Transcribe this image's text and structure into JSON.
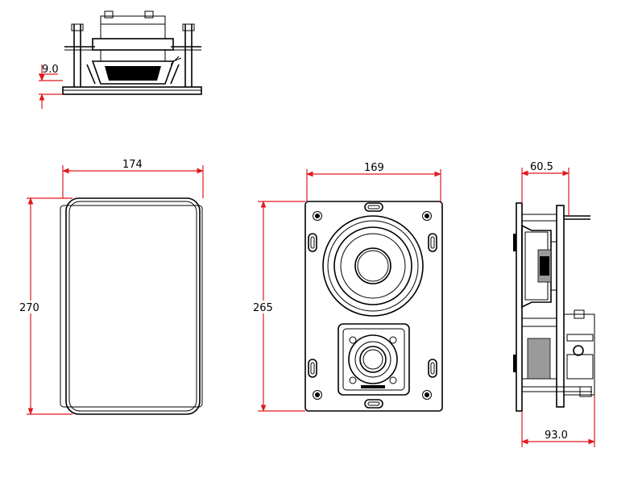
{
  "dimensions": {
    "top_view_thickness": "9.0",
    "grille_width": "174",
    "grille_height": "270",
    "baffle_width": "169",
    "baffle_height": "265",
    "side_front_depth": "60.5",
    "side_total_depth": "93.0"
  },
  "colors": {
    "dimension_line": "#e0191e",
    "outline": "#000000",
    "background": "#ffffff"
  }
}
